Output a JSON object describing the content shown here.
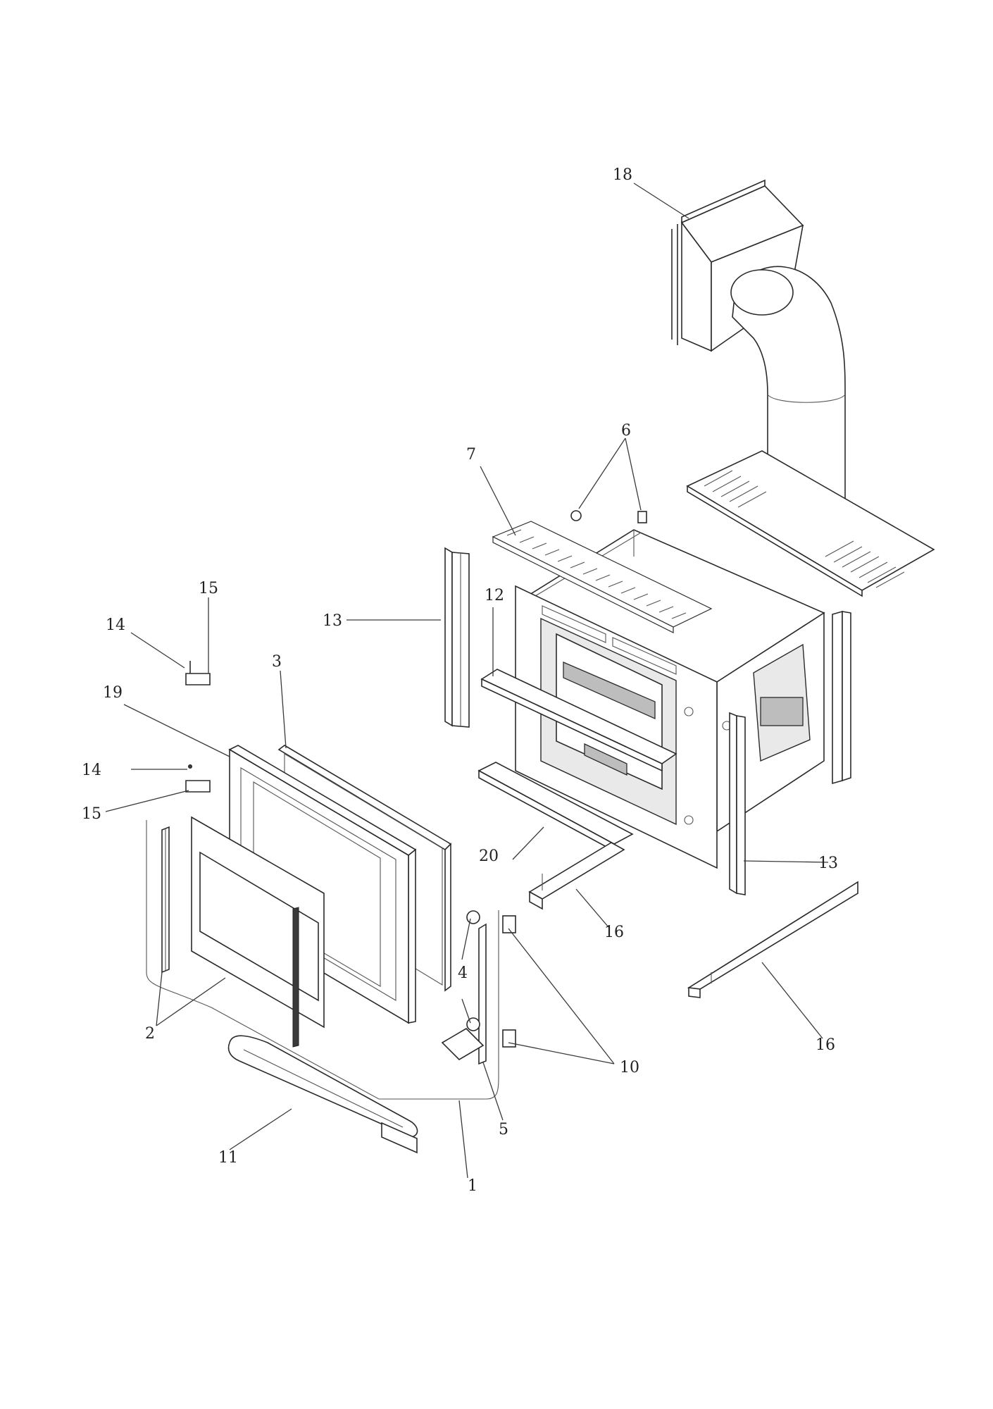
{
  "callouts": {
    "c1": "1",
    "c2": "2",
    "c3": "3",
    "c4": "4",
    "c5": "5",
    "c6": "6",
    "c7": "7",
    "c10": "10",
    "c11": "11",
    "c12": "12",
    "c13a": "13",
    "c13b": "13",
    "c14a": "14",
    "c14b": "14",
    "c15a": "15",
    "c15b": "15",
    "c16a": "16",
    "c16b": "16",
    "c18": "18",
    "c19": "19",
    "c20": "20"
  }
}
